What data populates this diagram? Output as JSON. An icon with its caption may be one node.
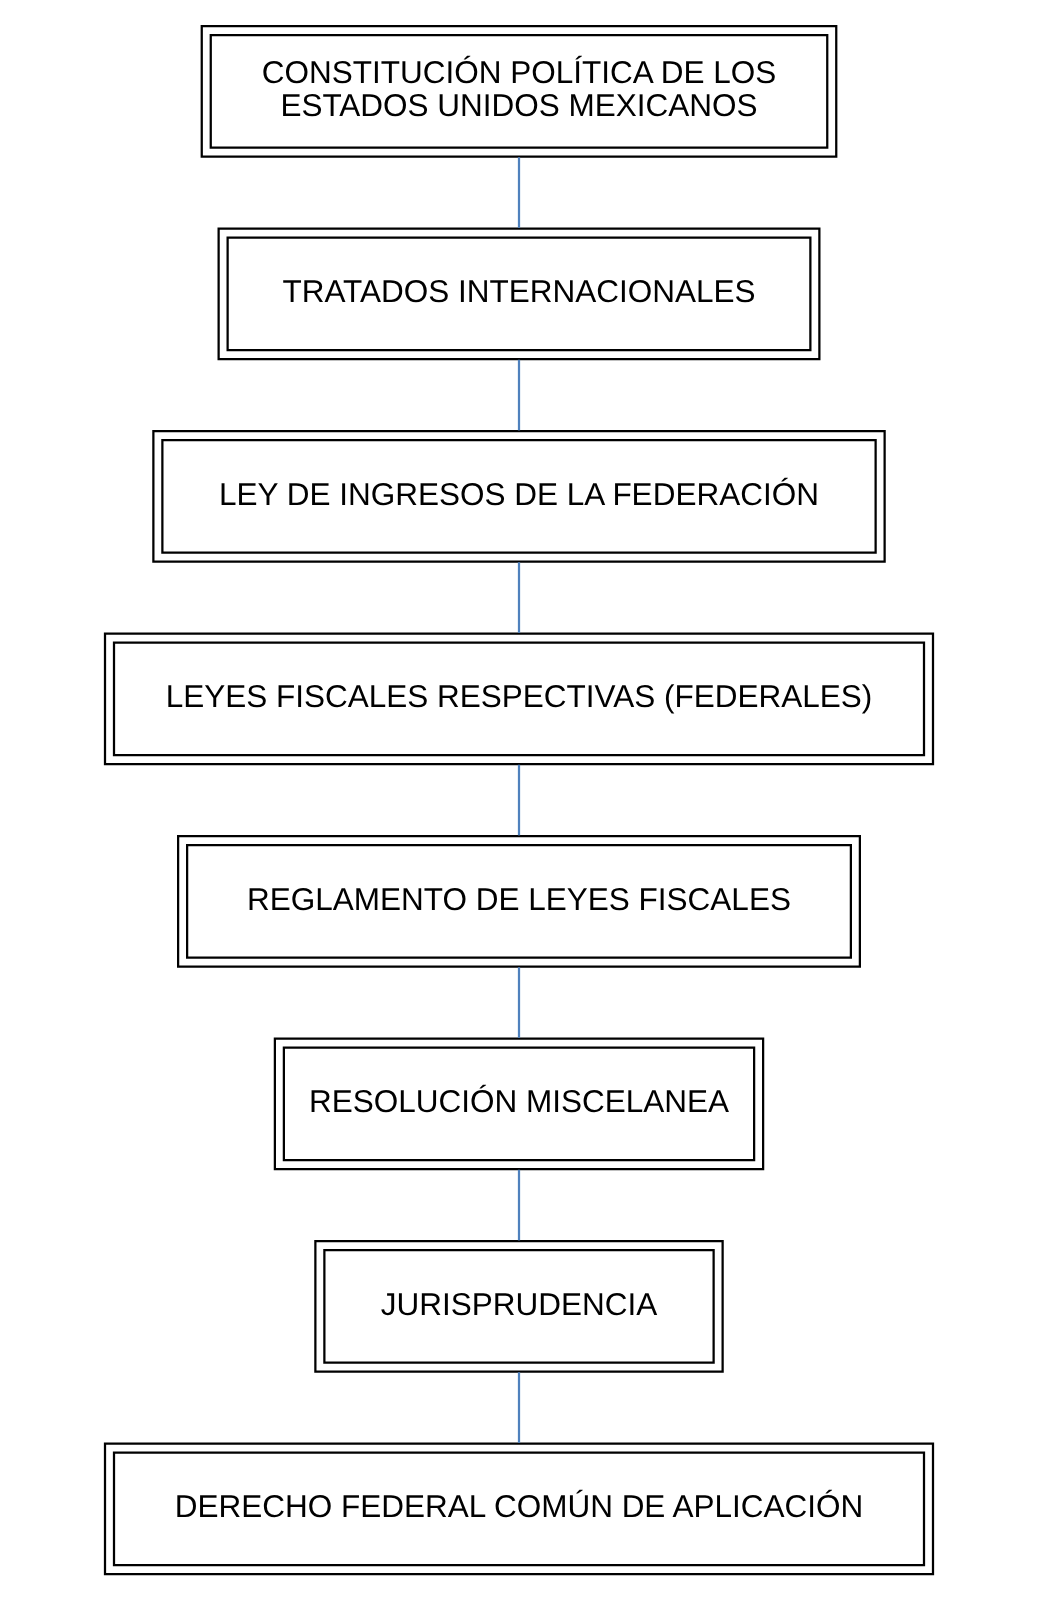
{
  "diagram": {
    "nodes": [
      {
        "text": [
          "CONSTITUCIÓN POLÍTICA DE LOS ESTADOS UNIDOS MEXICANOS"
        ]
      },
      {
        "text": [
          "TRATADOS INTERNACIONALES"
        ]
      },
      {
        "text": [
          "LEY DE INGRESOS DE LA FEDERACIÓN"
        ]
      },
      {
        "text": [
          "LEYES FISCALES RESPECTIVAS (FEDERALES)"
        ]
      },
      {
        "text": [
          "REGLAMENTO DE LEYES FISCALES"
        ]
      },
      {
        "text": [
          "RESOLUCIÓN MISCELANEA"
        ]
      },
      {
        "text": [
          "JURISPRUDENCIA"
        ]
      },
      {
        "text": [
          "DERECHO FEDERAL COMÚN DE APLICACIÓN"
        ]
      }
    ],
    "edges": [
      {
        "from": 0,
        "to": 1,
        "arrow": "none"
      },
      {
        "from": 1,
        "to": 2,
        "arrow": "none"
      },
      {
        "from": 2,
        "to": 3,
        "arrow": "none"
      },
      {
        "from": 3,
        "to": 4,
        "arrow": "none"
      },
      {
        "from": 4,
        "to": 5,
        "arrow": "none"
      },
      {
        "from": 5,
        "to": 6,
        "arrow": "none"
      },
      {
        "from": 6,
        "to": 7,
        "arrow": "none"
      }
    ]
  }
}
